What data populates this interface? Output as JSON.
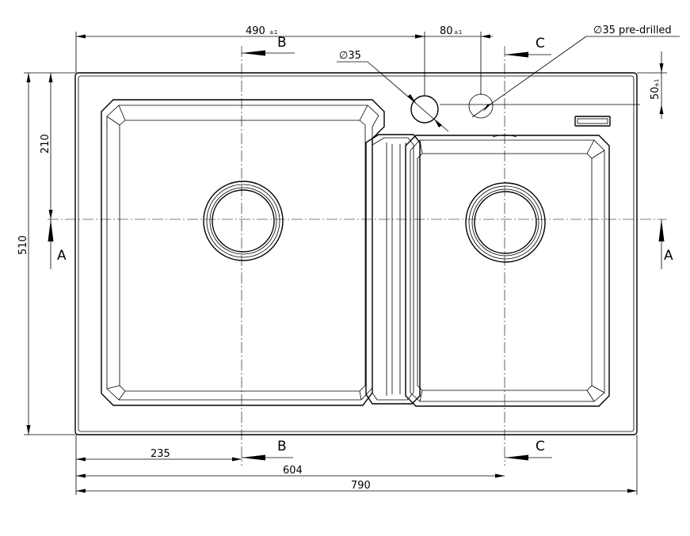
{
  "dimensions": {
    "top_width": "490",
    "top_width_tol": "±1",
    "tap_offset": "80",
    "tap_offset_tol": "±1",
    "predrilled_label": "∅35 pre-drilled",
    "hole_label": "∅35",
    "edge_offset": "50",
    "edge_offset_tol": "±1",
    "height_total": "510",
    "height_partial": "210",
    "bottom_left": "235",
    "bottom_mid": "604",
    "bottom_total": "790"
  },
  "sections": {
    "a": "A",
    "b": "B",
    "c": "C"
  }
}
